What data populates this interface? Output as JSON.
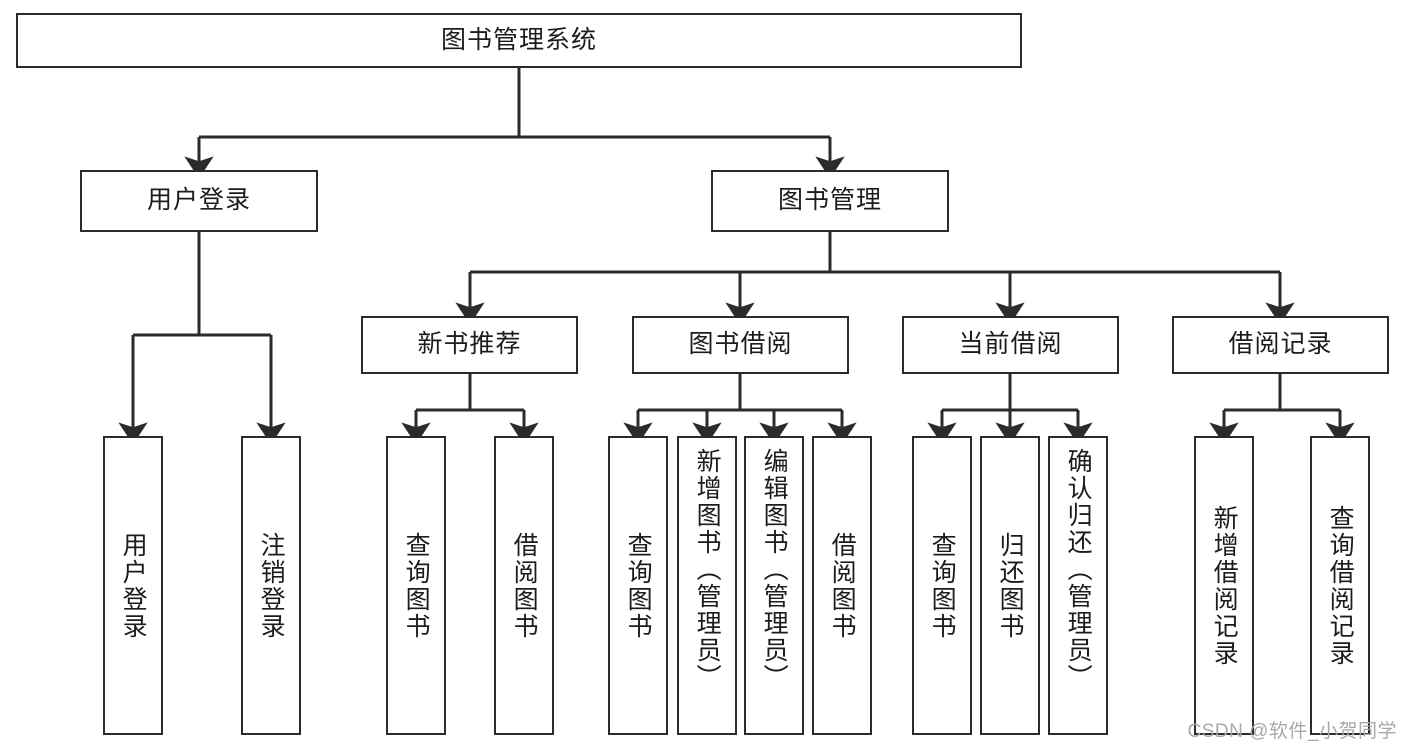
{
  "diagram": {
    "title": "图书管理系统",
    "type": "hierarchy-tree",
    "root": {
      "id": "root",
      "label": "图书管理系统"
    },
    "level2": [
      {
        "id": "user-login",
        "label": "用户登录"
      },
      {
        "id": "book-manage",
        "label": "图书管理"
      }
    ],
    "level3": [
      {
        "id": "new-book-rec",
        "label": "新书推荐"
      },
      {
        "id": "book-borrow",
        "label": "图书借阅"
      },
      {
        "id": "current-borrow",
        "label": "当前借阅"
      },
      {
        "id": "borrow-record",
        "label": "借阅记录"
      }
    ],
    "leaves": {
      "user-login": [
        {
          "id": "leaf-user-login",
          "label": "用户登录"
        },
        {
          "id": "leaf-logout-login",
          "label": "注销登录"
        }
      ],
      "new-book-rec": [
        {
          "id": "leaf-query-book-1",
          "label": "查询图书"
        },
        {
          "id": "leaf-borrow-book-1",
          "label": "借阅图书"
        }
      ],
      "book-borrow": [
        {
          "id": "leaf-query-book-2",
          "label": "查询图书"
        },
        {
          "id": "leaf-add-book",
          "label": "新增图书（管理员）"
        },
        {
          "id": "leaf-edit-book",
          "label": "编辑图书（管理员）"
        },
        {
          "id": "leaf-borrow-book-2",
          "label": "借阅图书"
        }
      ],
      "current-borrow": [
        {
          "id": "leaf-query-book-3",
          "label": "查询图书"
        },
        {
          "id": "leaf-return-book",
          "label": "归还图书"
        },
        {
          "id": "leaf-confirm-return",
          "label": "确认归还（管理员）"
        }
      ],
      "borrow-record": [
        {
          "id": "leaf-add-record",
          "label": "新增借阅记录"
        },
        {
          "id": "leaf-query-record",
          "label": "查询借阅记录"
        }
      ]
    },
    "colors": {
      "stroke": "#2b2b2b",
      "fill": "#ffffff",
      "text": "#1c1c1c",
      "watermark": "#a8a8a8"
    }
  },
  "watermark": {
    "text": "CSDN @软件_小贺同学"
  }
}
